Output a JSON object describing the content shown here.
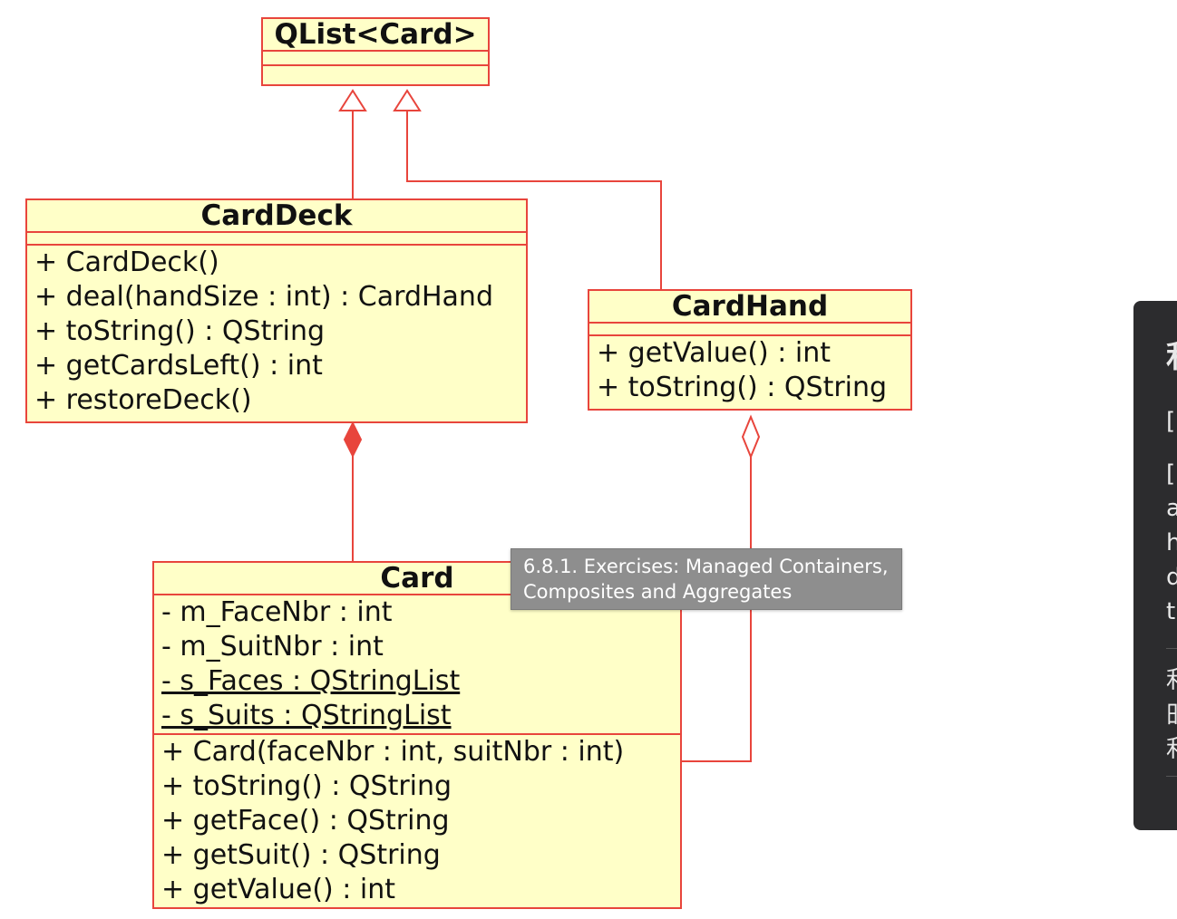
{
  "diagram": {
    "classes": {
      "qlist": {
        "name": "QList<Card>",
        "attributes": [],
        "operations": []
      },
      "carddeck": {
        "name": "CardDeck",
        "attributes": [],
        "operations": [
          "+ CardDeck()",
          "+ deal(handSize : int) : CardHand",
          "+ toString() : QString",
          "+ getCardsLeft() : int",
          "+ restoreDeck()"
        ]
      },
      "cardhand": {
        "name": "CardHand",
        "attributes": [],
        "operations": [
          "+ getValue() : int",
          "+ toString() : QString"
        ]
      },
      "card": {
        "name": "Card",
        "attributes": [
          "- m_FaceNbr : int",
          "- m_SuitNbr : int",
          "- s_Faces : QStringList",
          "- s_Suits : QStringList"
        ],
        "operations": [
          "+ Card(faceNbr : int, suitNbr : int)",
          "+ toString() : QString",
          "+ getFace() : QString",
          "+ getSuit() : QString",
          "+ getValue() : int"
        ]
      }
    },
    "relations": [
      {
        "type": "generalization",
        "from": "CardDeck",
        "to": "QList<Card>"
      },
      {
        "type": "generalization",
        "from": "CardHand",
        "to": "QList<Card>"
      },
      {
        "type": "composition",
        "whole": "CardDeck",
        "part": "Card"
      },
      {
        "type": "aggregation",
        "whole": "CardHand",
        "part": "Card"
      }
    ],
    "colors": {
      "stroke": "#e8453c",
      "fill": "#ffffc8",
      "text": "#111111"
    }
  },
  "tooltip": {
    "line1": "6.8.1. Exercises: Managed Containers,",
    "line2": "Composites and Aggregates"
  },
  "side_panel": {
    "fragments": [
      "利",
      "[",
      "[",
      "a",
      "h",
      "d",
      "t",
      "利",
      "昍",
      "利"
    ]
  }
}
